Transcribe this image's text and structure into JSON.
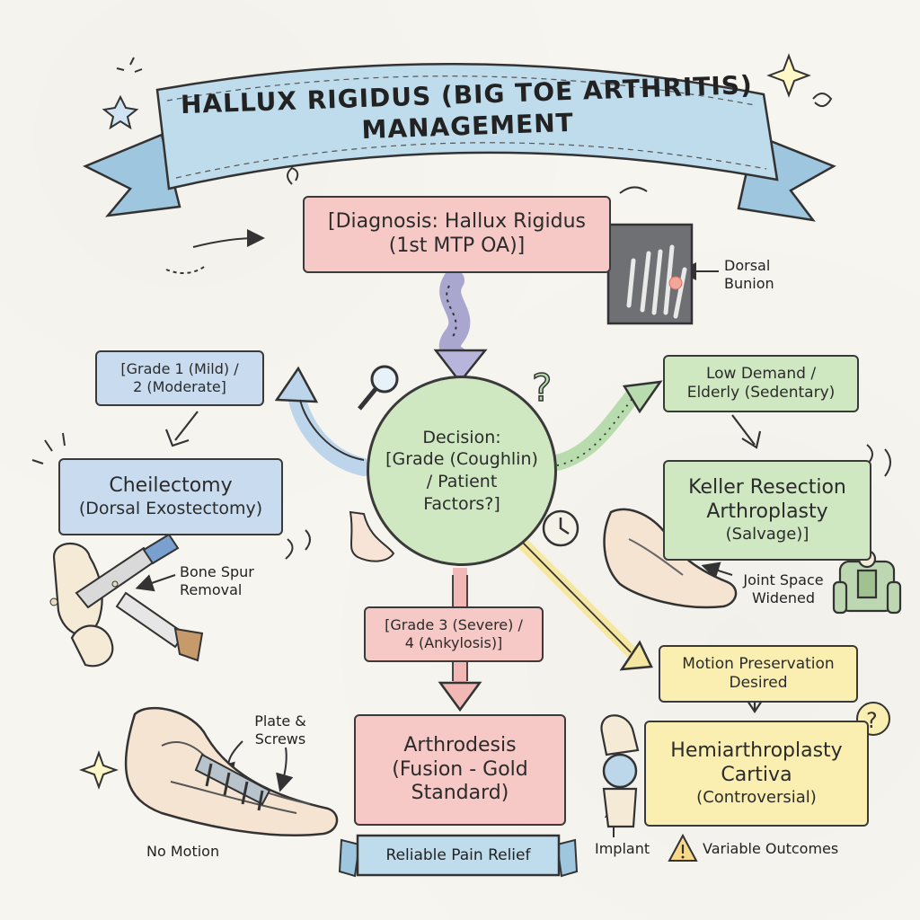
{
  "title": {
    "line1": "HALLUX RIGIDUS (BIG TOE ARTHRITIS)",
    "line2": "MANAGEMENT"
  },
  "diagnosis": {
    "line1": "[Diagnosis: Hallux Rigidus",
    "line2": "(1st MTP OA)]",
    "callout": [
      "Dorsal",
      "Bunion"
    ]
  },
  "decision": {
    "lines": [
      "Decision:",
      "[Grade (Coughlin)",
      "/ Patient",
      "Factors?]"
    ]
  },
  "mild": {
    "condition": [
      "[Grade 1 (Mild) /",
      "2 (Moderate]"
    ],
    "procedure": [
      "Cheilectomy",
      "(Dorsal Exostectomy)"
    ],
    "callout": [
      "Bone Spur",
      "Removal"
    ]
  },
  "severe": {
    "condition": [
      "[Grade 3 (Severe) /",
      "4 (Ankylosis)]"
    ],
    "procedure": [
      "Arthrodesis",
      "(Fusion - Gold",
      "Standard)"
    ],
    "banner": "Reliable Pain Relief",
    "callout_plate": [
      "Plate &",
      "Screws"
    ],
    "callout_motion": "No Motion"
  },
  "elderly": {
    "condition": [
      "Low Demand /",
      "Elderly (Sedentary)"
    ],
    "procedure": [
      "Keller Resection",
      "Arthroplasty",
      "(Salvage)]"
    ],
    "callout": [
      "Joint Space",
      "Widened"
    ]
  },
  "motion": {
    "condition": [
      "Motion Preservation",
      "Desired"
    ],
    "procedure": [
      "Hemiarthroplasty",
      "Cartiva",
      "(Controversial)"
    ],
    "callout_implant": "Implant",
    "callout_warning": "Variable Outcomes"
  },
  "colors": {
    "red": "#f6c9c6",
    "blue": "#c9dcef",
    "green": "#cfe8c2",
    "yellow": "#faeeb0",
    "ribbon": "#bfdcec"
  },
  "icons": [
    "x-ray-icon",
    "magnifier-icon",
    "question-icon",
    "clock-icon",
    "foot-icon",
    "bone-saw-icon",
    "fused-foot-icon",
    "keller-foot-icon",
    "armchair-person-icon",
    "knee-implant-icon",
    "warning-icon",
    "sparkle-icon"
  ]
}
